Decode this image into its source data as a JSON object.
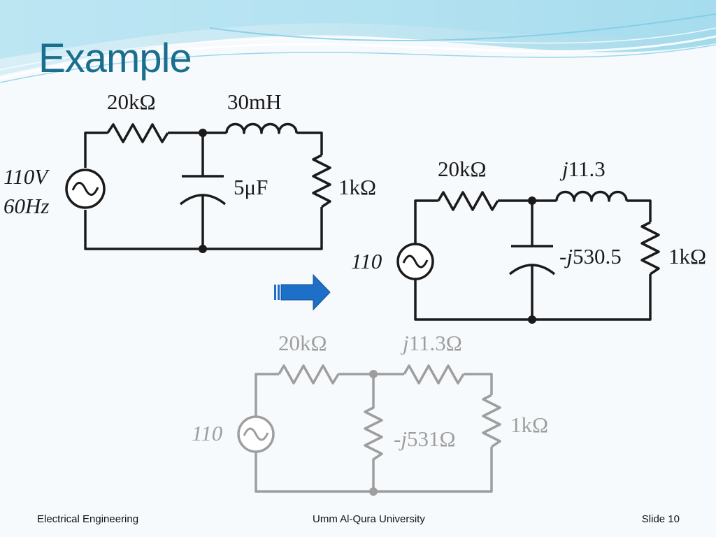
{
  "slide": {
    "title": "Example",
    "footer": {
      "left": "Electrical Engineering",
      "center": "Umm Al-Qura University",
      "right": "Slide 10"
    }
  },
  "colors": {
    "title": "#1a6f8f",
    "circuit_dark": "#1a1a1a",
    "circuit_gray": "#9e9e9e",
    "arrow": "#1e6fc8",
    "wave_light": "#bfe6f2",
    "wave_dark": "#5fc0dd"
  },
  "circuit1": {
    "source_voltage": "110V",
    "source_frequency": "60Hz",
    "resistor_series": "20kΩ",
    "inductor": "30mH",
    "capacitor": "5μF",
    "resistor_load": "1kΩ"
  },
  "circuit2": {
    "source": "110",
    "resistor_series": "20kΩ",
    "inductor_j": "j",
    "inductor_value": "11.3",
    "capacitor_prefix": "-",
    "capacitor_j": "j",
    "capacitor_value": "530.5",
    "resistor_load": "1kΩ"
  },
  "circuit3": {
    "source": "110",
    "resistor_series": "20kΩ",
    "inductor_j": "j",
    "inductor_value": "11.3Ω",
    "capacitor_prefix": "-",
    "capacitor_j": "j",
    "capacitor_value": "531Ω",
    "resistor_load": "1kΩ"
  },
  "icons": {
    "ac_source": "ac-source-icon",
    "arrow": "right-arrow-icon"
  }
}
